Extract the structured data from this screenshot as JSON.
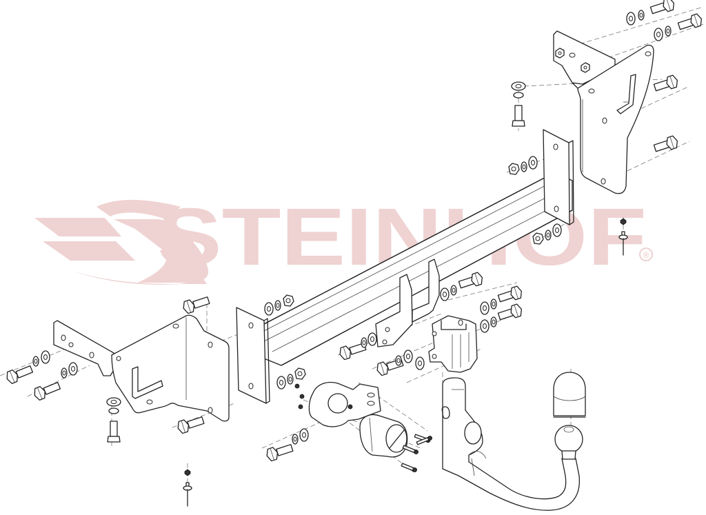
{
  "diagram": {
    "type": "exploded-assembly-view",
    "subject": "Detachable tow bar (towbar/hitch) assembly",
    "watermark": {
      "brand_text": "STEINHOF",
      "registered_mark": "®",
      "color": "#efd2d2"
    },
    "components": [
      {
        "id": "cross-beam",
        "label": "Main cross beam (square tube)"
      },
      {
        "id": "right-side-bracket",
        "label": "Right vehicle mounting bracket"
      },
      {
        "id": "left-side-bracket",
        "label": "Left vehicle mounting bracket"
      },
      {
        "id": "left-end-plate",
        "label": "Left end plate of beam"
      },
      {
        "id": "right-end-plate",
        "label": "Right end plate of beam"
      },
      {
        "id": "center-receiver",
        "label": "Ball-neck receiver housing"
      },
      {
        "id": "detachable-ball-neck",
        "label": "Detachable swan-neck with tow ball"
      },
      {
        "id": "ball-cap",
        "label": "Tow ball protective cap"
      },
      {
        "id": "socket-plate",
        "label": "Electrical socket mounting plate"
      },
      {
        "id": "electrical-socket",
        "label": "Trailer electrical socket"
      },
      {
        "id": "bolts",
        "label": "Hex bolts"
      },
      {
        "id": "washers",
        "label": "Flat & spring washers"
      },
      {
        "id": "nuts",
        "label": "Hex nuts"
      },
      {
        "id": "push-rivets",
        "label": "Push clips / rivets"
      }
    ]
  }
}
